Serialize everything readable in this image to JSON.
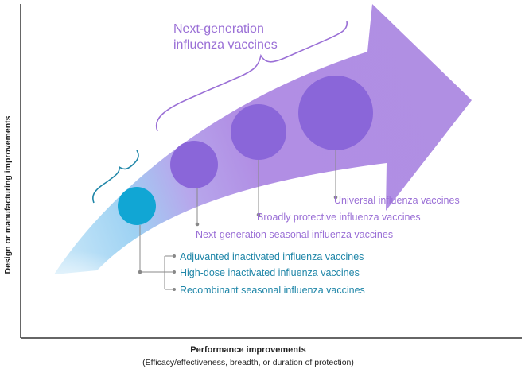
{
  "header": {
    "title_line1": "Next-generation",
    "title_line2": "influenza vaccines"
  },
  "axes": {
    "y_label": "Design or manufacturing improvements",
    "x_label_line1": "Performance improvements",
    "x_label_line2": "(Efficacy/effectiveness, breadth, or duration of protection)"
  },
  "labels": {
    "universal": "Universal influenza vaccines",
    "broadly": "Broadly protective influenza vaccines",
    "nextgen_seasonal": "Next-generation seasonal influenza vaccines",
    "adjuvanted": "Adjuvanted inactivated influenza vaccines",
    "high_dose": "High-dose inactivated influenza vaccines",
    "recombinant": "Recombinant seasonal influenza vaccines"
  },
  "colors": {
    "purple_text": "#9a6fd6",
    "teal_text": "#1f86a8",
    "arrow_purple": "#b08fe3",
    "arrow_light_blue": "#b9dff7",
    "circle_purple": "#8a66d9",
    "circle_teal": "#11a6d4",
    "axis": "#333333"
  }
}
